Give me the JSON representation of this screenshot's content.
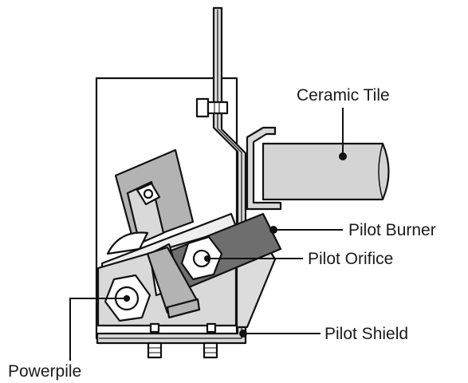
{
  "labels": {
    "ceramic_tile": "Ceramic Tile",
    "pilot_burner": "Pilot Burner",
    "pilot_orifice": "Pilot Orifice",
    "pilot_shield": "Pilot Shield",
    "powerpile": "Powerpile"
  },
  "colors": {
    "outline": "#111111",
    "panel_fill": "#ffffff",
    "metal_light": "#d9d9d9",
    "metal_mid": "#b3b3b3",
    "burner_dark": "#6e6e6e",
    "tile_fill": "#d4d4d4",
    "text": "#1a1a1a"
  }
}
